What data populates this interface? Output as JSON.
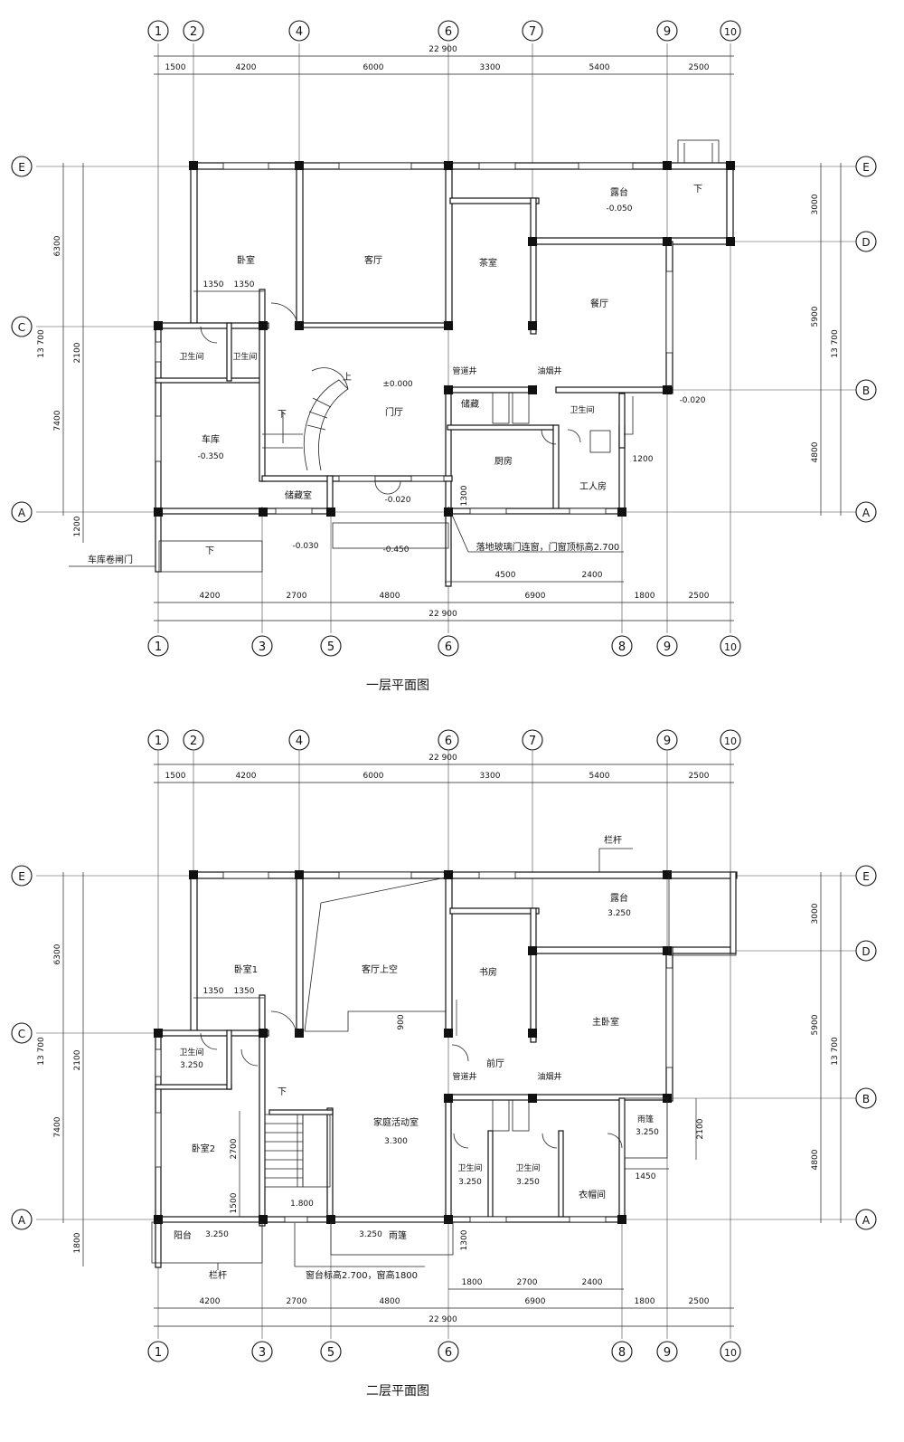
{
  "plans": [
    {
      "title": "一层平面图",
      "grid_top": [
        "1",
        "2",
        "4",
        "6",
        "7",
        "9",
        "10"
      ],
      "grid_bottom": [
        "1",
        "3",
        "5",
        "6",
        "8",
        "9",
        "10"
      ],
      "grid_rows_left": [
        "E",
        "C",
        "A"
      ],
      "grid_rows_right": [
        "E",
        "D",
        "B",
        "A"
      ],
      "dims_top": [
        "1500",
        "4200",
        "6000",
        "3300",
        "5400",
        "2500"
      ],
      "total_top": "22 900",
      "dims_bottom": [
        "4200",
        "2700",
        "4800",
        "6900",
        "1800",
        "2500"
      ],
      "total_bottom": "22 900",
      "dims_left": [
        "6300",
        "2100",
        "7400",
        "1200"
      ],
      "total_left": "13 700",
      "dims_right": [
        "3000",
        "5900",
        "4800"
      ],
      "total_right": "13 700",
      "dims_inner": [
        "1350",
        "1350",
        "4500",
        "2400",
        "1300",
        "1200"
      ],
      "rooms": [
        {
          "id": "bed",
          "label": "卧室"
        },
        {
          "id": "living",
          "label": "客厅"
        },
        {
          "id": "tea",
          "label": "茶室"
        },
        {
          "id": "terrace",
          "label": "露台",
          "elev": "-0.050"
        },
        {
          "id": "dining",
          "label": "餐厅"
        },
        {
          "id": "wc1",
          "label": "卫生间"
        },
        {
          "id": "wc2",
          "label": "卫生间"
        },
        {
          "id": "hall",
          "label": "门厅",
          "elev": "±0.000"
        },
        {
          "id": "garage",
          "label": "车库",
          "elev": "-0.350"
        },
        {
          "id": "store1",
          "label": "储藏"
        },
        {
          "id": "kitchen",
          "label": "厨房"
        },
        {
          "id": "wc3",
          "label": "卫生间"
        },
        {
          "id": "maid",
          "label": "工人房"
        },
        {
          "id": "store2",
          "label": "储藏室"
        },
        {
          "id": "pipe",
          "label": "管道井"
        },
        {
          "id": "flue",
          "label": "油烟井"
        }
      ],
      "labels": [
        "上",
        "下",
        "下",
        "下"
      ],
      "elevs": [
        "-0.020",
        "-0.030",
        "-0.450",
        "-0.020"
      ],
      "notes": [
        "车库卷闸门",
        "落地玻璃门连窗，门窗顶标高2.700"
      ]
    },
    {
      "title": "二层平面图",
      "grid_top": [
        "1",
        "2",
        "4",
        "6",
        "7",
        "9",
        "10"
      ],
      "grid_bottom": [
        "1",
        "3",
        "5",
        "6",
        "8",
        "9",
        "10"
      ],
      "grid_rows_left": [
        "E",
        "C",
        "A"
      ],
      "grid_rows_right": [
        "E",
        "D",
        "B",
        "A"
      ],
      "dims_top": [
        "1500",
        "4200",
        "6000",
        "3300",
        "5400",
        "2500"
      ],
      "total_top": "22 900",
      "dims_bottom": [
        "4200",
        "2700",
        "4800",
        "6900",
        "1800",
        "2500"
      ],
      "total_bottom": "22 900",
      "dims_left": [
        "6300",
        "2100",
        "7400",
        "1800"
      ],
      "total_left": "13 700",
      "dims_right": [
        "3000",
        "5900",
        "4800"
      ],
      "total_right": "13 700",
      "dims_inner": [
        "1350",
        "1350",
        "1800",
        "2700",
        "2400",
        "900",
        "1300",
        "2100",
        "1450",
        "2700",
        "1500"
      ],
      "rooms": [
        {
          "id": "bed1",
          "label": "卧室1"
        },
        {
          "id": "void",
          "label": "客厅上空"
        },
        {
          "id": "study",
          "label": "书房"
        },
        {
          "id": "terrace",
          "label": "露台",
          "elev": "3.250"
        },
        {
          "id": "master",
          "label": "主卧室"
        },
        {
          "id": "wc1",
          "label": "卫生间",
          "elev": "3.250"
        },
        {
          "id": "bed2",
          "label": "卧室2"
        },
        {
          "id": "family",
          "label": "家庭活动室",
          "elev": "3.300"
        },
        {
          "id": "foyer",
          "label": "前厅"
        },
        {
          "id": "wc2",
          "label": "卫生间",
          "elev": "3.250"
        },
        {
          "id": "wc3",
          "label": "卫生间",
          "elev": "3.250"
        },
        {
          "id": "closet",
          "label": "衣帽间"
        },
        {
          "id": "canopy1",
          "label": "雨篷",
          "elev": "3.250"
        },
        {
          "id": "balcony",
          "label": "阳台",
          "elev": "3.250"
        },
        {
          "id": "canopy2",
          "label": "雨篷",
          "elev": "3.250"
        },
        {
          "id": "pipe",
          "label": "管道井"
        },
        {
          "id": "flue",
          "label": "油烟井"
        }
      ],
      "labels": [
        "下",
        "栏杆",
        "栏杆"
      ],
      "elevs": [
        "1.800"
      ],
      "notes": [
        "窗台标高2.700，窗高1800"
      ]
    }
  ]
}
